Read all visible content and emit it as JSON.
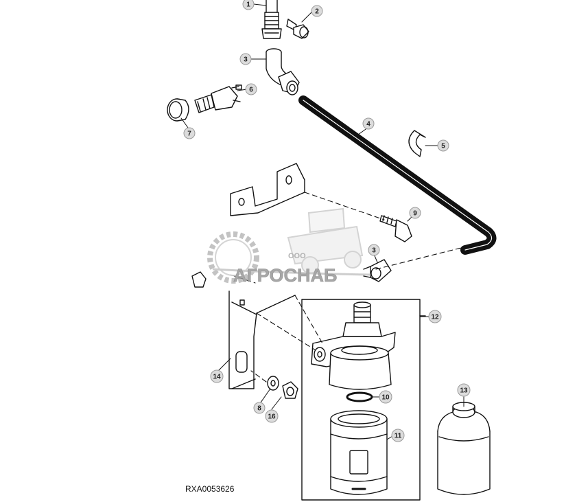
{
  "figure_ref": "RXA0053626",
  "watermark": {
    "small": "ООО",
    "main": "АГРОСНАБ"
  },
  "callouts": [
    "1",
    "2",
    "3",
    "6",
    "7",
    "4",
    "5",
    "9",
    "3",
    "12",
    "14",
    "10",
    "8",
    "16",
    "11",
    "13"
  ]
}
